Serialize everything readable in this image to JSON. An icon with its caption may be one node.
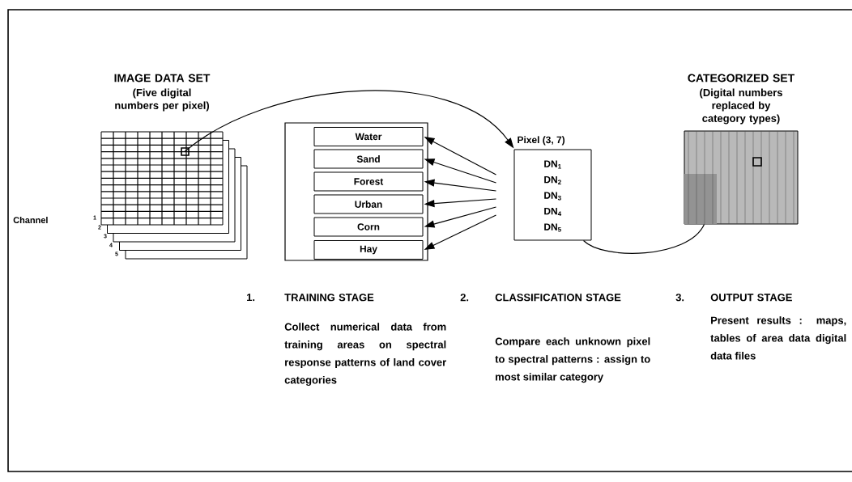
{
  "diagram": {
    "nodes": [
      {
        "text": [
          "IMAGE DATA SET",
          "(Five digital numbers per pixel)"
        ]
      },
      {
        "text": [],
        "shape": "box"
      },
      {
        "text": [
          "Water"
        ],
        "in": 1
      },
      {
        "text": [
          "Sand"
        ],
        "in": 1
      },
      {
        "text": [
          "Forest"
        ],
        "in": 1
      },
      {
        "text": [
          "Urban"
        ],
        "in": 1
      },
      {
        "text": [
          "Corn"
        ],
        "in": 1
      },
      {
        "text": [
          "Hay"
        ],
        "in": 1
      },
      {
        "text": [
          "Pixel (3, 7)",
          "DN$_{1}$",
          "DN$_{2}$",
          "DN$_{3}$",
          "DN$_{4}$",
          "DN$_{5}$"
        ]
      },
      {
        "text": [
          "CATEGORIZED SET",
          "(Digital numbers replaced by category types)"
        ]
      }
    ],
    "edges": [
      {
        "from": 0,
        "to": 8,
        "arrow": "to"
      },
      {
        "from": 8,
        "to": 2,
        "arrow": "to"
      },
      {
        "from": 8,
        "to": 3,
        "arrow": "to"
      },
      {
        "from": 8,
        "to": 4,
        "arrow": "to"
      },
      {
        "from": 8,
        "to": 5,
        "arrow": "to"
      },
      {
        "from": 8,
        "to": 6,
        "arrow": "to"
      },
      {
        "from": 8,
        "to": 7,
        "arrow": "to"
      },
      {
        "from": 8,
        "to": 9,
        "arrow": "none"
      }
    ],
    "labels": [
      "Channel",
      "1",
      "2",
      "3",
      "4",
      "5",
      "1.",
      "TRAINING STAGE",
      "Collect numerical data from training areas on spectral response patterns of land cover categories",
      "2.",
      "CLASSIFICATION STAGE",
      "Compare each unknown pixel to spectral patterns : assign to most similar category",
      "3.",
      "OUTPUT STAGE",
      "Present results : maps, tables of area data digital data files"
    ]
  }
}
